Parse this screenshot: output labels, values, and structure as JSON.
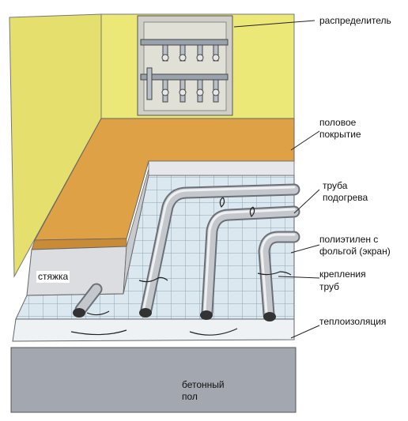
{
  "labels": {
    "manifold": "распределитель",
    "floor_covering": [
      "половое",
      "покрытие"
    ],
    "heating_pipe": [
      "труба",
      "подогрева"
    ],
    "foil": [
      "полиэтилен с",
      "фольгой (экран)"
    ],
    "pipe_clips": [
      "крепления",
      "труб"
    ],
    "insulation": "теплоизоляция",
    "screed": "стяжка",
    "concrete": [
      "бетонный",
      "пол"
    ]
  },
  "colors": {
    "wall": "#ece878",
    "covering": "#dfa146",
    "insulation_grid": "#d8e6ee",
    "screed": "#dcdde0",
    "concrete": "#a3a7b0",
    "pipe": "#bfc3c8"
  }
}
